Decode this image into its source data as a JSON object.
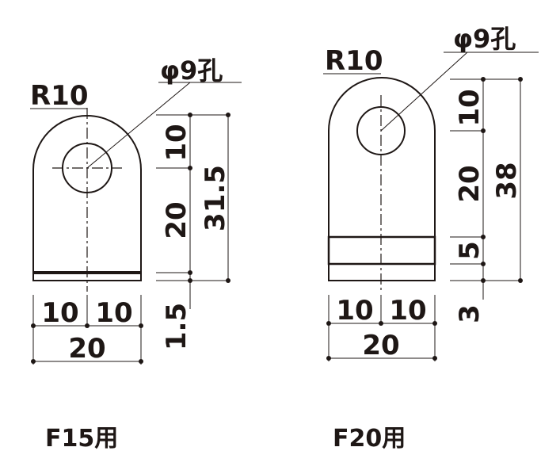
{
  "colors": {
    "ink": "#1e1715",
    "background": "#ffffff"
  },
  "f15": {
    "caption": "F15用",
    "radius_label": "R10",
    "hole_label": "φ9孔",
    "dim_width_left": "10",
    "dim_width_right": "10",
    "dim_width_total": "20",
    "dim_v_top": "10",
    "dim_v_mid": "20",
    "dim_v_total": "31.5",
    "dim_v_plate": "1.5"
  },
  "f20": {
    "caption": "F20用",
    "radius_label": "R10",
    "hole_label": "φ9孔",
    "dim_width_left": "10",
    "dim_width_right": "10",
    "dim_width_total": "20",
    "dim_v_top": "10",
    "dim_v_mid": "20",
    "dim_v_plate": "5",
    "dim_v_base": "3",
    "dim_v_total": "38"
  }
}
